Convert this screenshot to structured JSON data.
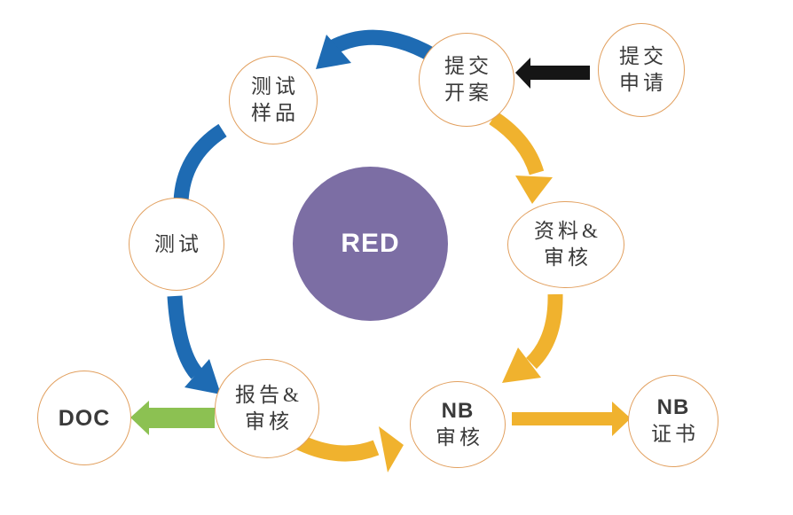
{
  "colors": {
    "blue": "#1e6bb3",
    "yellow": "#f0b22e",
    "green": "#8cc152",
    "black": "#151515",
    "purple": "#7c6ea4",
    "circle_border": "#e2a05f",
    "label_text": "#3a3a3a",
    "center_label_text": "#ffffff"
  },
  "center": {
    "label": "RED"
  },
  "nodes": [
    {
      "id": "submit-application",
      "lines": [
        "提交",
        "申请"
      ]
    },
    {
      "id": "submit-case",
      "lines": [
        "提交",
        "开案"
      ]
    },
    {
      "id": "test-sample",
      "lines": [
        "测试",
        "样品"
      ]
    },
    {
      "id": "test",
      "lines": [
        "测试"
      ]
    },
    {
      "id": "data-review",
      "lines": [
        "资料&",
        "审核"
      ]
    },
    {
      "id": "report-review",
      "lines": [
        "报告&",
        "审核"
      ]
    },
    {
      "id": "doc",
      "lines": [
        "DOC"
      ]
    },
    {
      "id": "nb-review",
      "lines": [
        "NB",
        "审核"
      ]
    },
    {
      "id": "nb-certificate",
      "lines": [
        "NB",
        "证书"
      ]
    }
  ],
  "flows": [
    {
      "from": "提交申请",
      "to": "提交开案",
      "color": "black"
    },
    {
      "from": "提交开案",
      "to": "测试样品",
      "color": "blue"
    },
    {
      "from": "测试样品",
      "to": "测试",
      "color": "blue"
    },
    {
      "from": "测试",
      "to": "报告&审核",
      "color": "blue"
    },
    {
      "from": "报告&审核",
      "to": "DOC",
      "color": "green"
    },
    {
      "from": "报告&审核",
      "to": "NB审核",
      "color": "yellow"
    },
    {
      "from": "提交开案",
      "to": "资料&审核",
      "color": "yellow"
    },
    {
      "from": "资料&审核",
      "to": "NB审核",
      "color": "yellow"
    },
    {
      "from": "NB审核",
      "to": "NB证书",
      "color": "yellow"
    }
  ]
}
